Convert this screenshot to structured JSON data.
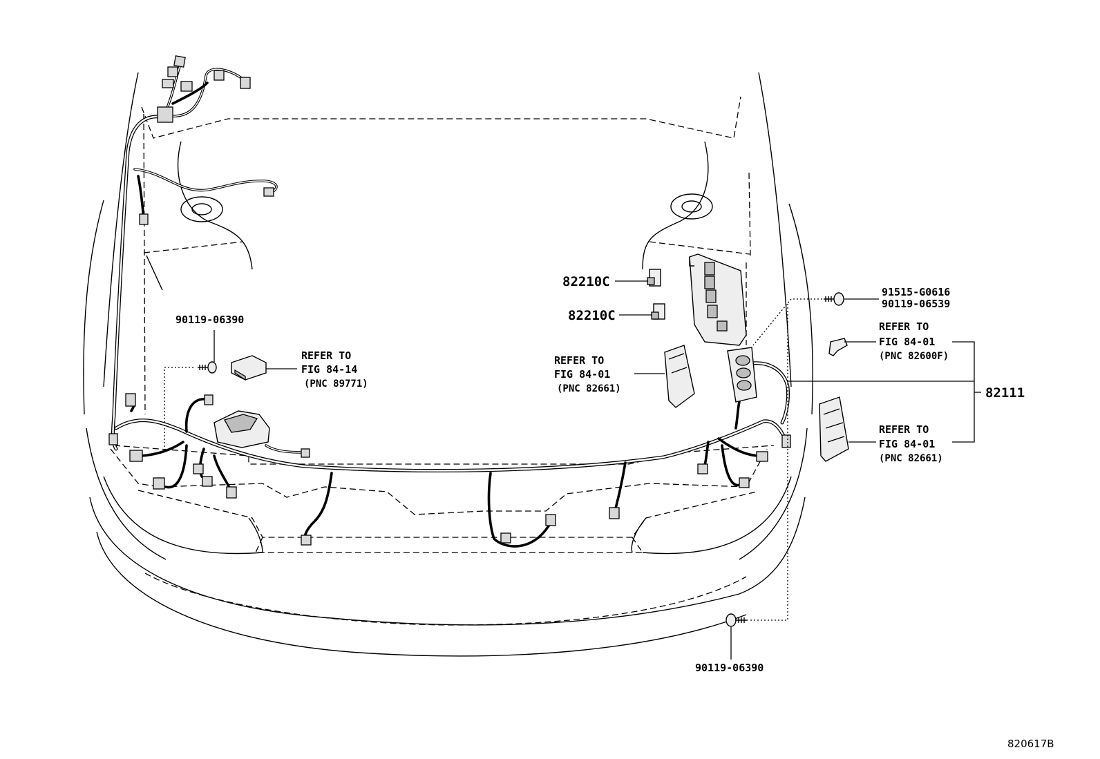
{
  "diagram_id": "820617B",
  "labels": {
    "relay_a": "82210C",
    "relay_b": "82210C",
    "bolt_top_right_1": "91515-G0616",
    "bolt_top_right_2": "90119-06539",
    "main_harness": "82111",
    "bolt_left": "90119-06390",
    "bolt_bottom": "90119-06390",
    "ref_left": {
      "line1": "REFER TO",
      "line2": "FIG 84-14",
      "line3": "(PNC 89771)"
    },
    "ref_center": {
      "line1": "REFER TO",
      "line2": "FIG 84-01",
      "line3": "(PNC 82661)"
    },
    "ref_right_top": {
      "line1": "REFER TO",
      "line2": "FIG 84-01",
      "line3": "(PNC 82600F)"
    },
    "ref_right_bottom": {
      "line1": "REFER TO",
      "line2": "FIG 84-01",
      "line3": "(PNC 82661)"
    }
  }
}
